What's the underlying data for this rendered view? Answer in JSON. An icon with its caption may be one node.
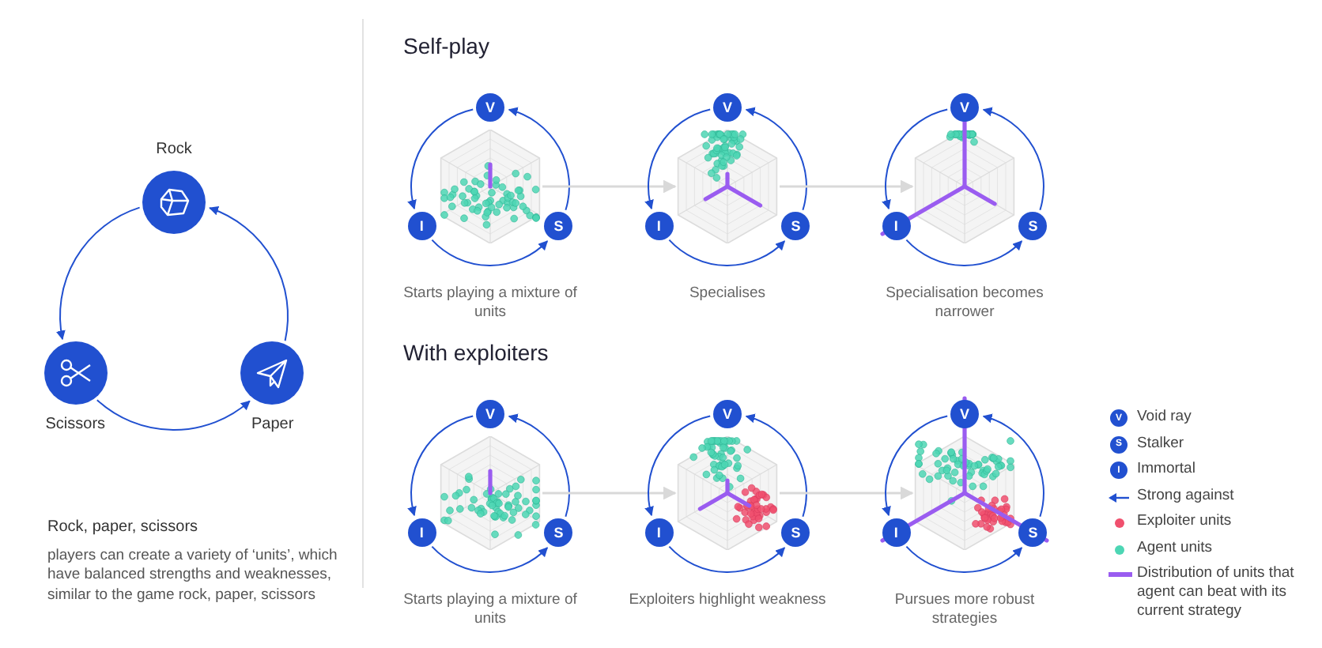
{
  "diagram": {
    "nodes": [
      {
        "text": [
          "Rock"
        ]
      },
      {
        "text": [
          "Scissors"
        ]
      },
      {
        "text": [
          "Paper"
        ]
      },
      {
        "text": [],
        "shape": "hexagon",
        "beside": [
          "Starts playing a mixture of units"
        ]
      },
      {
        "text": [
          "V"
        ]
      },
      {
        "text": [
          "I"
        ]
      },
      {
        "text": [
          "S"
        ]
      },
      {
        "text": [],
        "shape": "hexagon",
        "beside": [
          "Specialises"
        ]
      },
      {
        "text": [
          "V"
        ]
      },
      {
        "text": [
          "I"
        ]
      },
      {
        "text": [
          "S"
        ]
      },
      {
        "text": [],
        "shape": "hexagon",
        "beside": [
          "Specialisation becomes narrower"
        ]
      },
      {
        "text": [
          "V"
        ]
      },
      {
        "text": [
          "I"
        ]
      },
      {
        "text": [
          "S"
        ]
      },
      {
        "text": [],
        "shape": "hexagon",
        "beside": [
          "Starts playing a mixture of units"
        ]
      },
      {
        "text": [
          "V"
        ]
      },
      {
        "text": [
          "I"
        ]
      },
      {
        "text": [
          "S"
        ]
      },
      {
        "text": [],
        "shape": "hexagon",
        "beside": [
          "Exploiters highlight weakness"
        ]
      },
      {
        "text": [
          "V"
        ]
      },
      {
        "text": [
          "I"
        ]
      },
      {
        "text": [
          "S"
        ]
      },
      {
        "text": [],
        "shape": "hexagon",
        "beside": [
          "Pursues more robust strategies"
        ]
      },
      {
        "text": [
          "V"
        ]
      },
      {
        "text": [
          "I"
        ]
      },
      {
        "text": [
          "S"
        ]
      }
    ],
    "edges": [
      {
        "from": 0,
        "to": 1,
        "arrow": "to"
      },
      {
        "from": 1,
        "to": 2,
        "arrow": "to"
      },
      {
        "from": 2,
        "to": 0,
        "arrow": "to"
      },
      {
        "from": 4,
        "to": 5,
        "arrow": "to"
      },
      {
        "from": 5,
        "to": 6,
        "arrow": "to"
      },
      {
        "from": 6,
        "to": 4,
        "arrow": "to"
      },
      {
        "from": 3,
        "to": 7,
        "arrow": "to",
        "color": "#d9d9d9"
      },
      {
        "from": 8,
        "to": 9,
        "arrow": "to"
      },
      {
        "from": 9,
        "to": 10,
        "arrow": "to"
      },
      {
        "from": 10,
        "to": 8,
        "arrow": "to"
      },
      {
        "from": 7,
        "to": 11,
        "arrow": "to",
        "color": "#d9d9d9"
      },
      {
        "from": 12,
        "to": 13,
        "arrow": "to"
      },
      {
        "from": 13,
        "to": 14,
        "arrow": "to"
      },
      {
        "from": 14,
        "to": 12,
        "arrow": "to"
      },
      {
        "from": 16,
        "to": 17,
        "arrow": "to"
      },
      {
        "from": 17,
        "to": 18,
        "arrow": "to"
      },
      {
        "from": 18,
        "to": 16,
        "arrow": "to"
      },
      {
        "from": 15,
        "to": 19,
        "arrow": "to",
        "color": "#d9d9d9"
      },
      {
        "from": 20,
        "to": 21,
        "arrow": "to"
      },
      {
        "from": 21,
        "to": 22,
        "arrow": "to"
      },
      {
        "from": 22,
        "to": 20,
        "arrow": "to"
      },
      {
        "from": 19,
        "to": 23,
        "arrow": "to",
        "color": "#d9d9d9"
      },
      {
        "from": 24,
        "to": 25,
        "arrow": "to"
      },
      {
        "from": 25,
        "to": 26,
        "arrow": "to"
      },
      {
        "from": 26,
        "to": 24,
        "arrow": "to"
      }
    ],
    "labels": [
      "Self-play",
      "With exploiters",
      "Rock, paper, scissors",
      "players can create a variety of ‘units’, which have balanced strengths and weaknesses, similar to the game rock, paper, scissors",
      "V",
      "S",
      "I"
    ],
    "legend": [
      {
        "text": "Void ray"
      },
      {
        "text": "Stalker"
      },
      {
        "text": "Immortal"
      },
      {
        "text": "Strong against"
      },
      {
        "text": "Exploiter units",
        "color": "#f0506e"
      },
      {
        "text": "Agent units",
        "color": "#4dd6b4"
      },
      {
        "text": "Distribution of units that agent can beat with its current strategy"
      }
    ]
  }
}
